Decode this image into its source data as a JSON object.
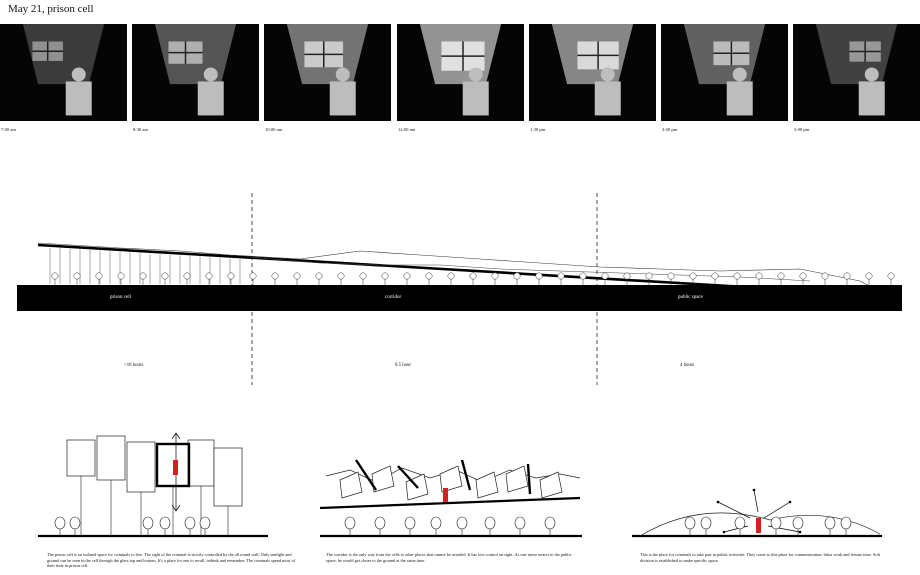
{
  "header": {
    "title": "May 21, prison cell"
  },
  "timeline": {
    "frames": [
      {
        "time": "7:00  am",
        "light": 0.25
      },
      {
        "time": "8:30  am",
        "light": 0.45
      },
      {
        "time": "10:00  am",
        "light": 0.7
      },
      {
        "time": "12:00  am",
        "light": 0.95
      },
      {
        "time": "1:30  pm",
        "light": 0.85
      },
      {
        "time": "3:00  pm",
        "light": 0.55
      },
      {
        "time": "5:00  pm",
        "light": 0.3
      }
    ]
  },
  "section": {
    "zones": [
      {
        "label": "prison cell",
        "duration": ">18 hours"
      },
      {
        "label": "corridor",
        "duration": "0.5 hour"
      },
      {
        "label": "public space",
        "duration": "4 hours"
      }
    ]
  },
  "descriptions": [
    "The prison cell is an isolated space for criminals to live. The sight of the criminal is strictly controlled by the all round wall. Only sunlight and ground can be seen in the cell through the glass top and bottom. It's a place for one to recall, rethink and remember. The criminals spend most of their time in prison cell.",
    "The corridor is the only way from the cells to other places that cannot be avoided. It has less control on sight. As one move nearer to the public space, he would get closer to the ground at the same time.",
    "This is the place for criminals to take part in public activities. They come to this place for communication, labor work and leisure time. Soft division is established to make specific space."
  ],
  "colors": {
    "band": "#000000",
    "figure": "#d42020",
    "ink": "#111111"
  }
}
